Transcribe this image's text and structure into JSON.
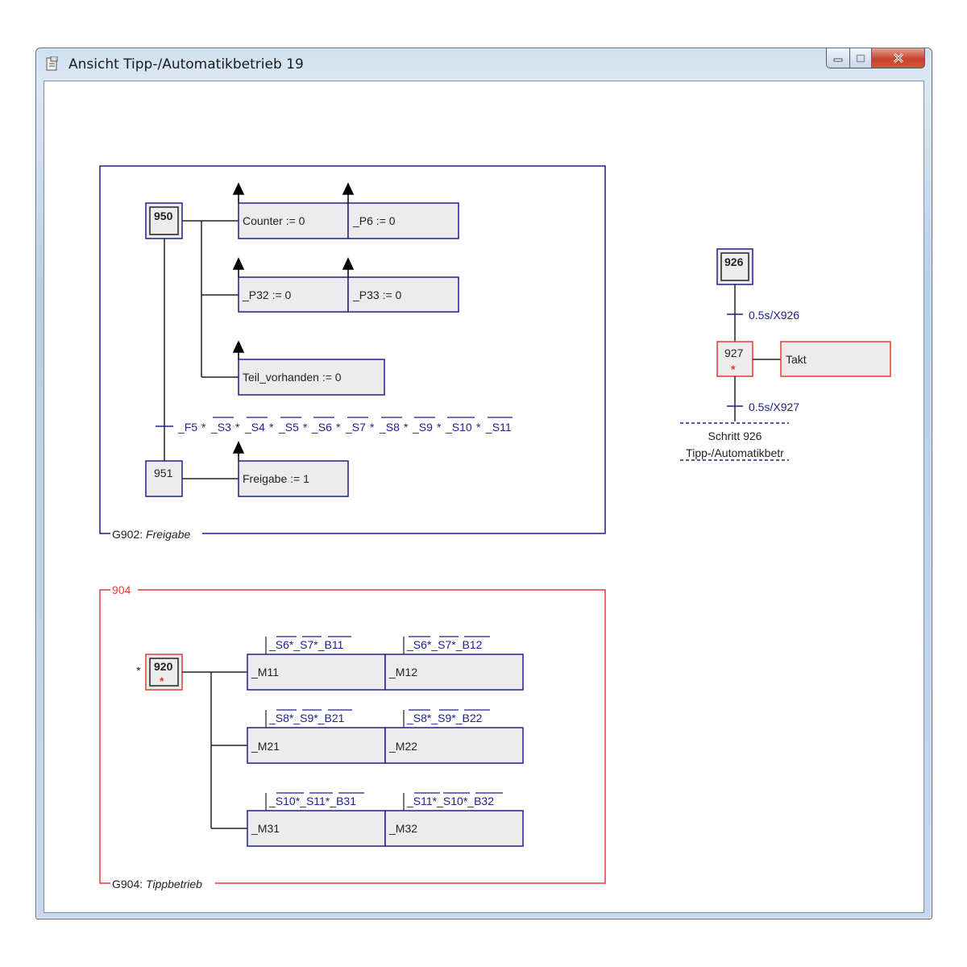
{
  "window": {
    "title": "Ansicht Tipp-/Automatikbetrieb 19",
    "controls": {
      "minimize": "minimize-icon",
      "maximize": "maximize-icon",
      "close": "close-icon"
    }
  },
  "colors": {
    "blue": "#1f1f8f",
    "red": "#e53935",
    "box_fill": "#ececec"
  },
  "g902": {
    "label_id": "G902",
    "label_name": "Freigabe",
    "step_950": "950",
    "step_951": "951",
    "actions": {
      "counter": "Counter := 0",
      "p6": "_P6 := 0",
      "p32": "_P32 := 0",
      "p33": "_P33 := 0",
      "teil": "Teil_vorhanden := 0",
      "freigabe": "Freigabe := 1"
    },
    "transition": [
      "_F5",
      "_S3",
      "_S4",
      "_S5",
      "_S6",
      "_S7",
      "_S8",
      "_S9",
      "_S10",
      "_S11"
    ]
  },
  "g904": {
    "header": "904",
    "label_id": "G904",
    "label_name": "Tippbetrieb",
    "init_marker": "*",
    "step_920": "920",
    "cond_m11": [
      "_S6",
      "_S7",
      "_B11"
    ],
    "cond_m12": [
      "_S6",
      "_S7",
      "_B12"
    ],
    "cond_m21": [
      "_S8",
      "_S9",
      "_B21"
    ],
    "cond_m22": [
      "_S8",
      "_S9",
      "_B22"
    ],
    "cond_m31": [
      "_S10",
      "_S11",
      "_B31"
    ],
    "cond_m32": [
      "_S11",
      "_S10",
      "_B32"
    ],
    "actions": {
      "m11": "_M11",
      "m12": "_M12",
      "m21": "_M21",
      "m22": "_M22",
      "m31": "_M31",
      "m32": "_M32"
    }
  },
  "takt": {
    "step_926": "926",
    "step_927": "927",
    "transition_1": "0.5s/X926",
    "transition_2": "0.5s/X927",
    "action": "Takt",
    "jump_line1": "Schritt 926",
    "jump_line2": "Tipp-/Automatikbetr"
  }
}
